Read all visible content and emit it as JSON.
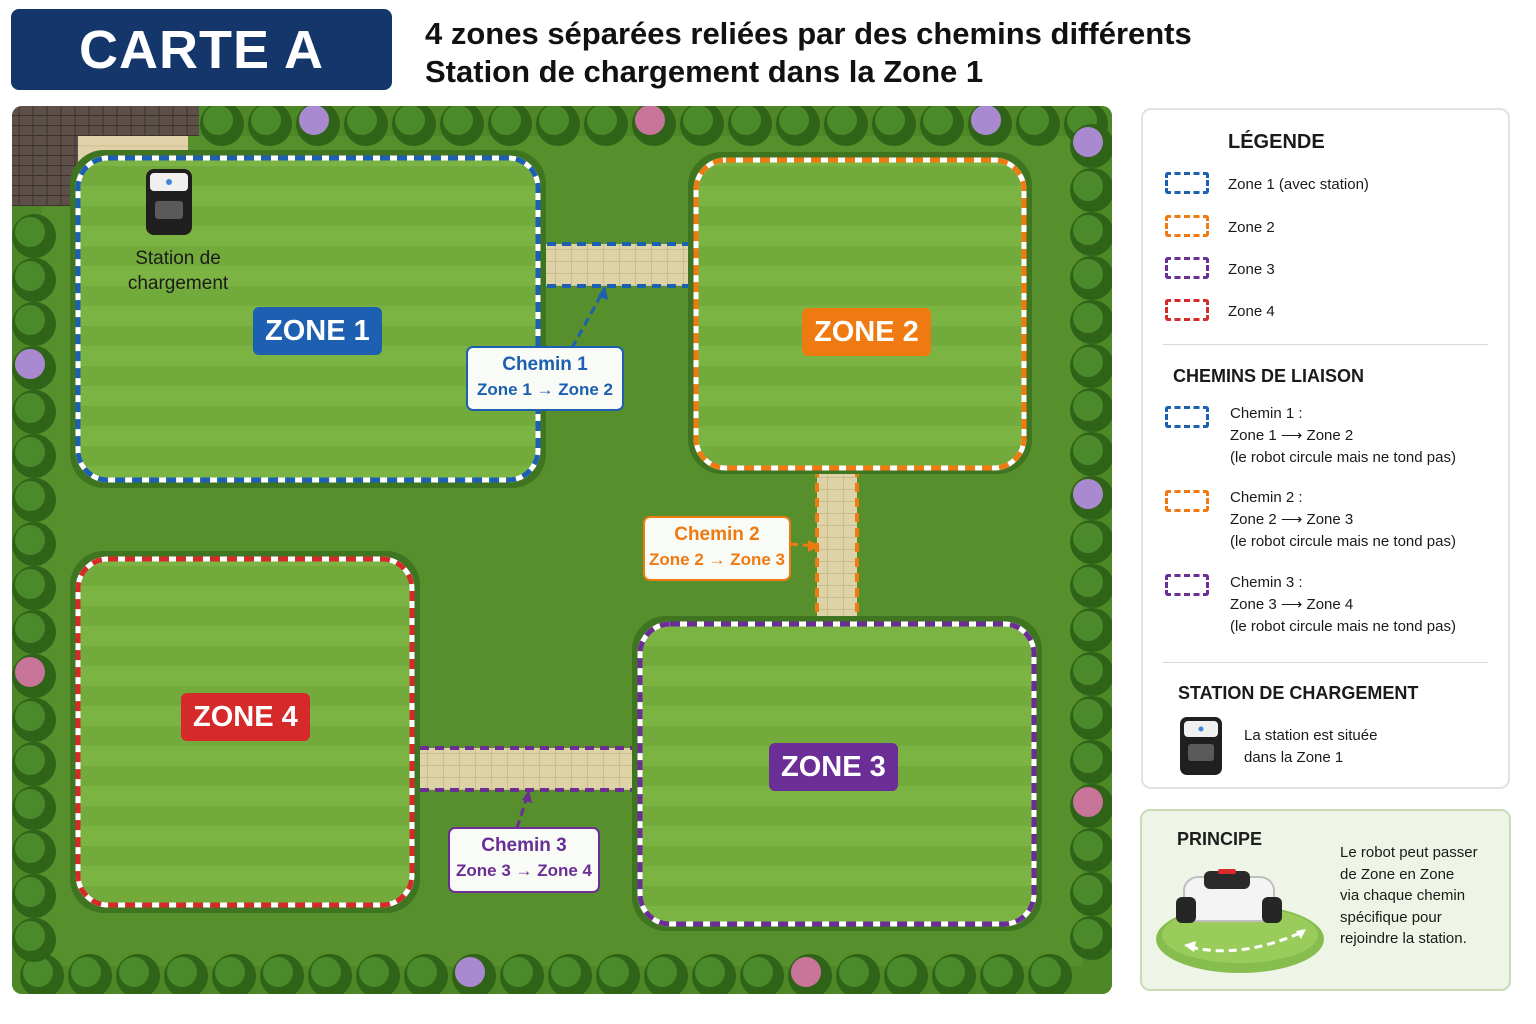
{
  "header": {
    "title": "CARTE A",
    "subtitle_line1": "4 zones séparées reliées par des chemins différents",
    "subtitle_line2": "Station de chargement dans la Zone 1"
  },
  "colors": {
    "zone1": "#1d5fb0",
    "zone2": "#f07a12",
    "zone3": "#6b2e96",
    "zone4": "#d62a2a",
    "title_bg": "#14366a",
    "lawn": "#7ab440",
    "grass_dark": "#4f8a28",
    "path": "#ddd3a7"
  },
  "map": {
    "zones": [
      {
        "id": "zone1",
        "label": "ZONE 1"
      },
      {
        "id": "zone2",
        "label": "ZONE 2"
      },
      {
        "id": "zone3",
        "label": "ZONE 3"
      },
      {
        "id": "zone4",
        "label": "ZONE 4"
      }
    ],
    "station_caption_line1": "Station de",
    "station_caption_line2": "chargement",
    "chemins": [
      {
        "title": "Chemin 1",
        "route": "Zone 1 → Zone 2"
      },
      {
        "title": "Chemin 2",
        "route": "Zone 2 → Zone 3"
      },
      {
        "title": "Chemin 3",
        "route": "Zone 3 → Zone 4"
      }
    ]
  },
  "legend": {
    "title": "LÉGENDE",
    "zones": [
      {
        "label": "Zone 1 (avec station)",
        "color": "#1d5fb0"
      },
      {
        "label": "Zone 2",
        "color": "#f07a12"
      },
      {
        "label": "Zone 3",
        "color": "#6b2e96"
      },
      {
        "label": "Zone 4",
        "color": "#d62a2a"
      }
    ],
    "paths_title": "CHEMINS DE LIAISON",
    "paths": [
      {
        "name": "Chemin 1 :",
        "route": "Zone 1 ⟶ Zone 2",
        "note": "(le robot circule mais ne tond pas)",
        "color": "#1d5fb0"
      },
      {
        "name": "Chemin 2 :",
        "route": "Zone 2 ⟶ Zone 3",
        "note": "(le robot circule mais ne tond pas)",
        "color": "#f07a12"
      },
      {
        "name": "Chemin 3 :",
        "route": "Zone 3 ⟶ Zone 4",
        "note": "(le robot circule mais ne tond pas)",
        "color": "#6b2e96"
      }
    ],
    "station_title": "STATION DE CHARGEMENT",
    "station_line1": "La station est située",
    "station_line2": "dans la Zone 1"
  },
  "principe": {
    "title": "PRINCIPE",
    "text_lines": [
      "Le robot peut passer",
      "de Zone en Zone",
      "via chaque chemin",
      "spécifique pour",
      "rejoindre la station."
    ]
  }
}
